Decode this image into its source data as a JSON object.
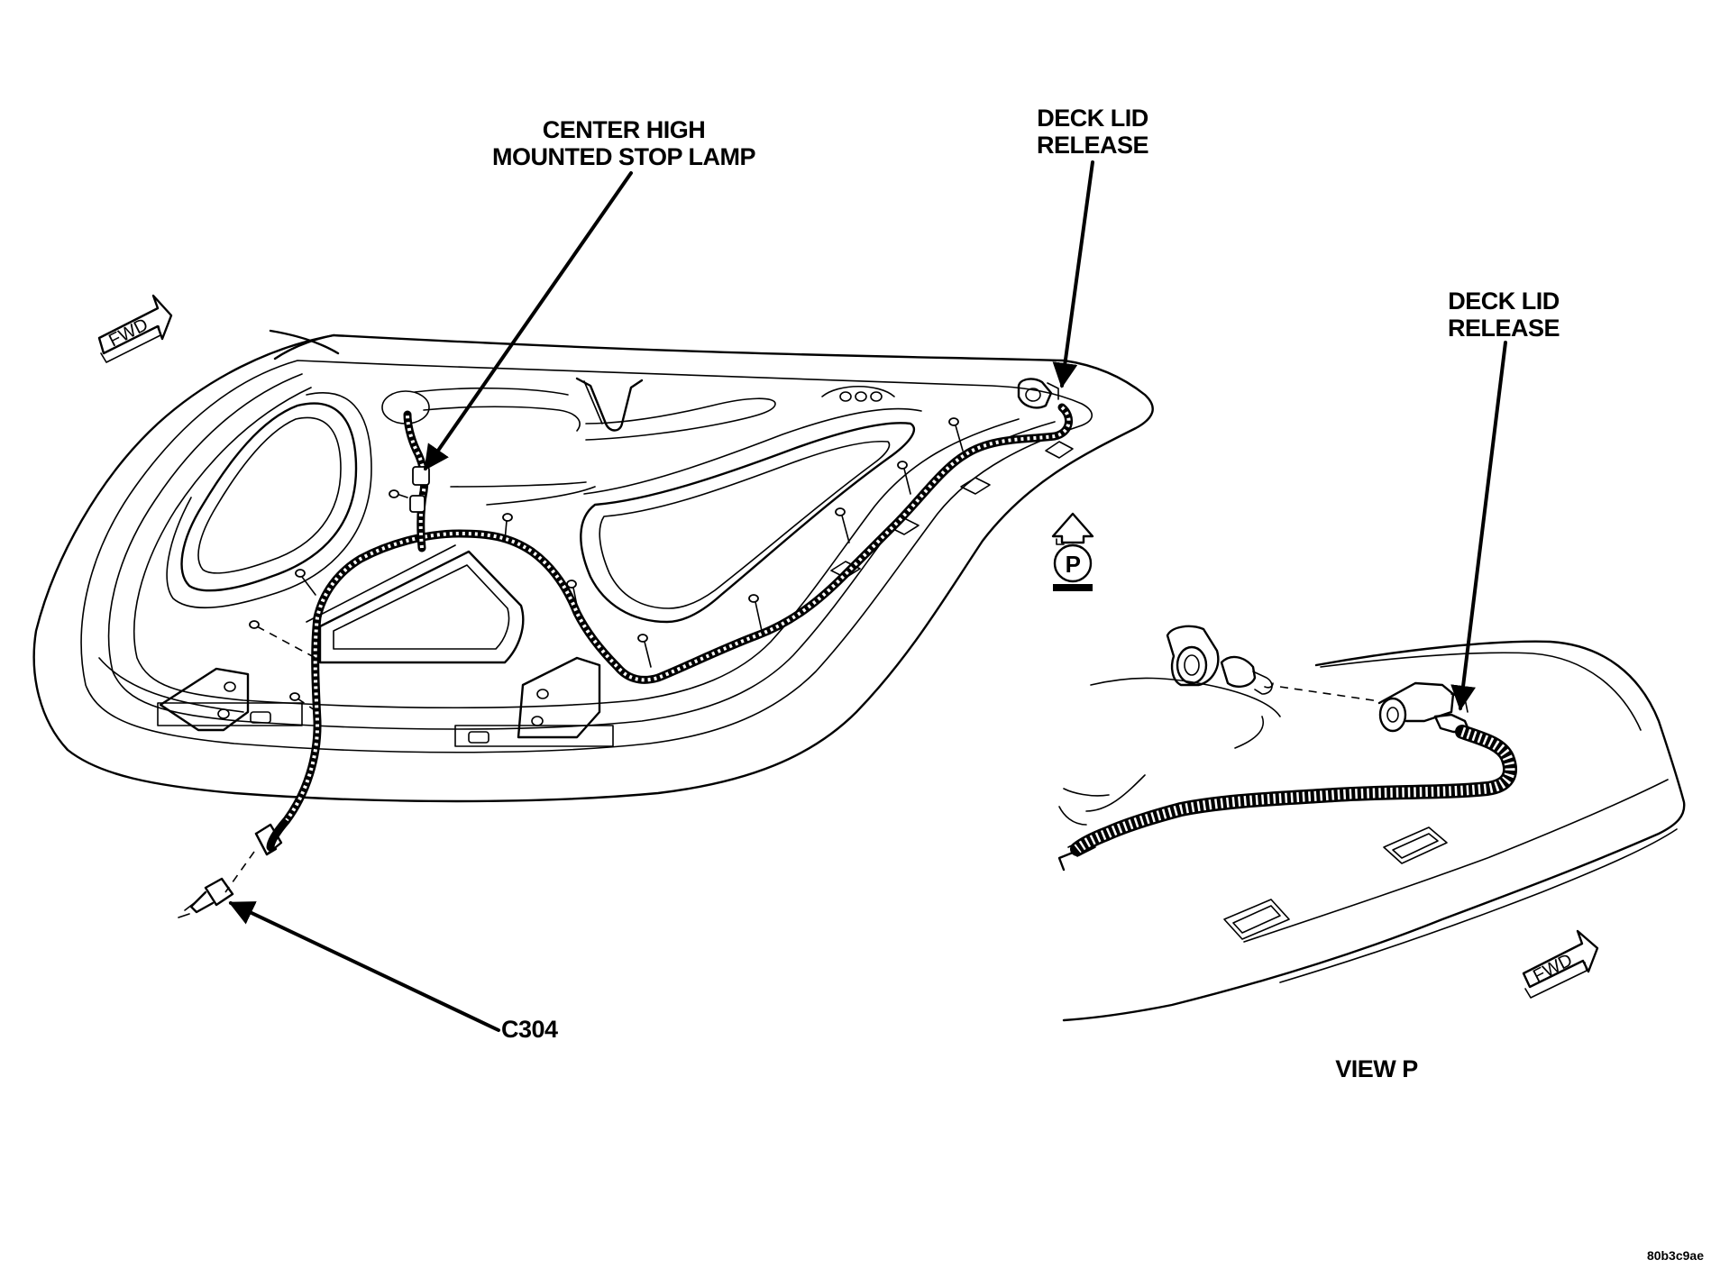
{
  "labels": {
    "chmsl": [
      "CENTER HIGH",
      "MOUNTED STOP LAMP"
    ],
    "deck_lid_release_main": [
      "DECK LID",
      "RELEASE"
    ],
    "deck_lid_release_view": [
      "DECK LID",
      "RELEASE"
    ],
    "connector": "C304",
    "view_caption": "VIEW P",
    "view_marker": "P",
    "fwd": "FWD",
    "image_code": "80b3c9ae"
  }
}
